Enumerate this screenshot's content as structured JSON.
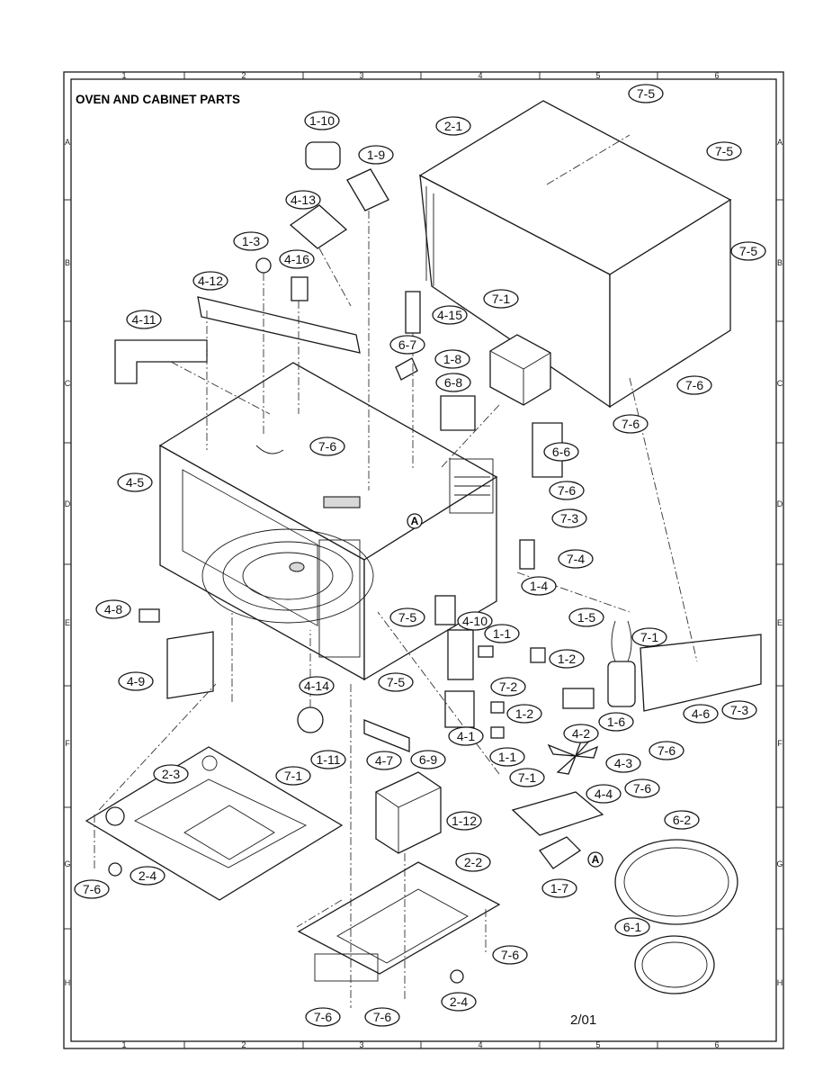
{
  "title": "OVEN AND CABINET PARTS",
  "date_code": "2/01",
  "grid": {
    "columns": [
      "1",
      "2",
      "3",
      "4",
      "5",
      "6"
    ],
    "rows": [
      "A",
      "B",
      "C",
      "D",
      "E",
      "F",
      "G",
      "H"
    ]
  },
  "reference_mark": "A",
  "part_labels": [
    "1-10",
    "1-9",
    "2-1",
    "7-5",
    "7-5",
    "7-5",
    "4-13",
    "1-3",
    "4-16",
    "4-12",
    "4-11",
    "4-15",
    "7-1",
    "6-7",
    "1-8",
    "6-8",
    "7-6",
    "7-6",
    "7-6",
    "4-5",
    "6-6",
    "7-6",
    "7-3",
    "7-4",
    "1-4",
    "4-8",
    "7-5",
    "4-10",
    "1-1",
    "1-2",
    "1-5",
    "7-1",
    "4-9",
    "7-5",
    "7-2",
    "4-14",
    "1-2",
    "4-2",
    "1-6",
    "4-6",
    "7-3",
    "4-1",
    "1-1",
    "7-6",
    "2-3",
    "7-1",
    "1-11",
    "4-7",
    "6-9",
    "4-3",
    "7-1",
    "4-4",
    "7-6",
    "1-12",
    "6-2",
    "7-6",
    "2-4",
    "2-2",
    "1-7",
    "6-1",
    "7-6",
    "2-4",
    "7-6",
    "7-6"
  ]
}
